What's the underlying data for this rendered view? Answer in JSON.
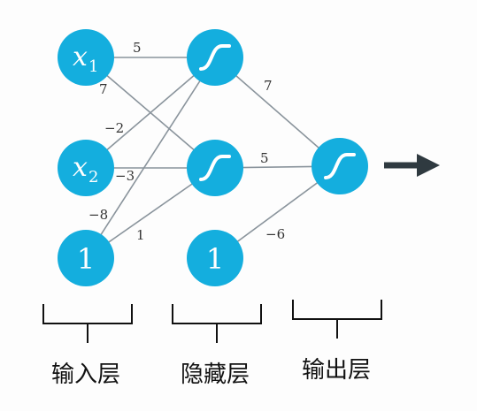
{
  "colors": {
    "node": "#14aede",
    "edge": "#8a949c",
    "arrow": "#2f3a40",
    "bracket": "#111111",
    "background": "#fdfdfd"
  },
  "inputs": {
    "x1": {
      "var": "x",
      "sub": "1"
    },
    "x2": {
      "var": "x",
      "sub": "2"
    },
    "bias": "1"
  },
  "hidden": {
    "bias": "1",
    "activation_icon": "sigmoid-icon"
  },
  "output": {
    "activation_icon": "sigmoid-icon",
    "arrow_icon": "right-arrow-icon"
  },
  "weights": {
    "x1_h1": "5",
    "x1_h2": "7",
    "x2_h1": "−2",
    "x2_h2": "−3",
    "b1_h1": "−8",
    "b1_h2": "1",
    "h1_out": "7",
    "h2_out": "5",
    "b2_out": "−6"
  },
  "layers": {
    "input": "输入层",
    "hidden": "隐藏层",
    "output": "输出层"
  }
}
